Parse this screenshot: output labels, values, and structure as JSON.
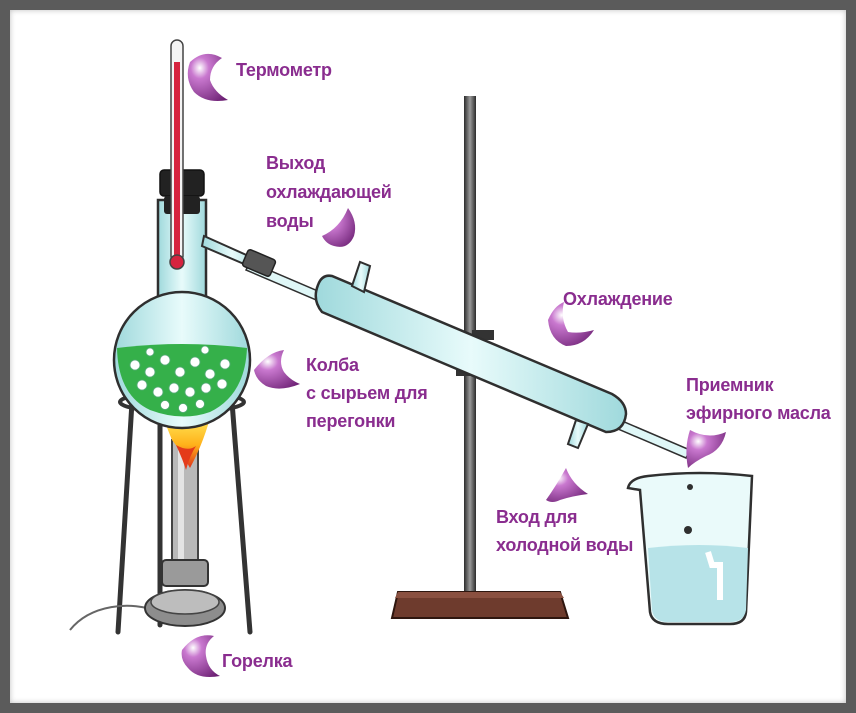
{
  "labels": {
    "thermometer": "Термометр",
    "water_out_1": "Выход",
    "water_out_2": "охлаждающей",
    "water_out_3": "воды",
    "cooling": "Охлаждение",
    "flask_1": "Колба",
    "flask_2": "с сырьем для",
    "flask_3": "перегонки",
    "receiver_1": "Приемник",
    "receiver_2": "эфирного масла",
    "water_in_1": "Вход для",
    "water_in_2": "холодной воды",
    "burner": "Горелка"
  },
  "colors": {
    "label": "#8a2d8f",
    "pointer": "#8a2d8f",
    "glass": "#bfe9ea",
    "liquid": "#35b04a",
    "thermometer_fluid": "#d6243f",
    "frame": "#5b5b5b",
    "stand_base": "#6e3b2d"
  },
  "icons": {
    "pointer": "curved-arrow-pointer-icon"
  }
}
